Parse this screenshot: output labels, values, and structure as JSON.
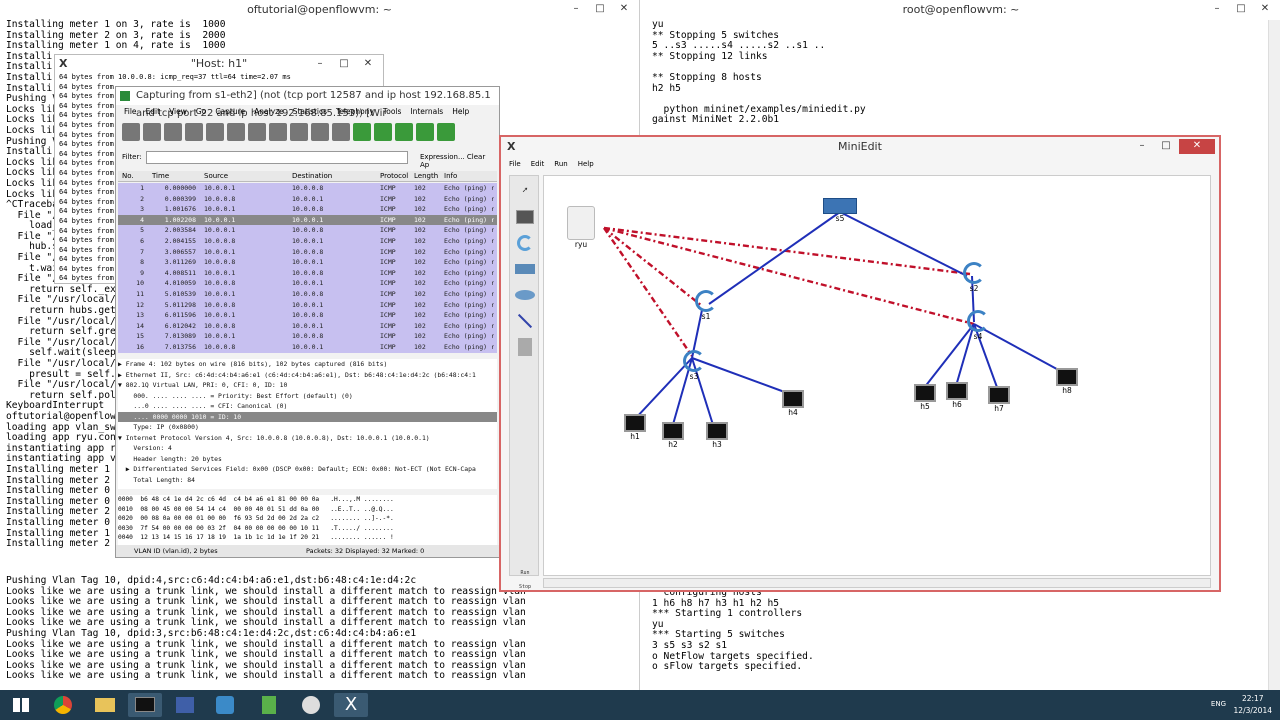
{
  "left_terminal": {
    "title": "oftutorial@openflowvm: ~",
    "lines_top": [
      "Installing meter 1 on 3, rate is  1000",
      "Installing meter 2 on 3, rate is  2000",
      "Installing meter 1 on 4, rate is  1000",
      "Installi",
      "Installi",
      "Installi",
      "Installi",
      "Pushing V",
      "Locks lik",
      "Locks lik",
      "Locks lik",
      "Pushing V",
      "Installi",
      "Locks lik",
      "Locks lik",
      "Locks lik",
      "Locks lik",
      "^CTraceba",
      "  File \"/",
      "    load_",
      "  File \"/",
      "    hub.s",
      "  File \"/",
      "    t.wai",
      "  File \"/usr/local/l",
      "    return self._exi",
      "  File \"/usr/local/l",
      "    return hubs.get_",
      "  File \"/usr/local/l",
      "    return self.gree",
      "  File \"/usr/local/l",
      "    self.wait(sleep_",
      "  File \"/usr/local/l",
      "    presult = self.d",
      "  File \"/usr/local/l",
      "    return self.poll",
      "KeyboardInterrupt",
      "oftutorial@openflowv",
      "loading app vlan_swi",
      "loading app ryu.cont",
      "instantiating app ry",
      "instantiating app vl",
      "Installing meter 1 o",
      "Installing meter 2 o",
      "Installing meter 0 o",
      "Installing meter 0 o",
      "Installing meter 2 o",
      "Installing meter 0 o",
      "Installing meter 1 o",
      "Installing meter 2 o"
    ],
    "lines_bottom": [
      "Pushing Vlan Tag 10, dpid:4,src:c6:4d:c4:b4:a6:e1,dst:b6:48:c4:1e:d4:2c",
      "Looks like we are using a trunk link, we should install a different match to reassign vlan",
      "Looks like we are using a trunk link, we should install a different match to reassign vlan",
      "Looks like we are using a trunk link, we should install a different match to reassign vlan",
      "Looks like we are using a trunk link, we should install a different match to reassign vlan",
      "Pushing Vlan Tag 10, dpid:3,src:b6:48:c4:1e:d4:2c,dst:c6:4d:c4:b4:a6:e1",
      "Looks like we are using a trunk link, we should install a different match to reassign vlan",
      "Looks like we are using a trunk link, we should install a different match to reassign vlan",
      "Looks like we are using a trunk link, we should install a different match to reassign vlan",
      "Looks like we are using a trunk link, we should install a different match to reassign vlan"
    ]
  },
  "right_terminal": {
    "title": "root@openflowvm: ~",
    "lines_top": [
      "yu",
      "** Stopping 5 switches",
      "5 ..s3 .....s4 .....s2 ..s1 ..",
      "** Stopping 12 links",
      "",
      "** Stopping 8 hosts",
      "h2 h5",
      "",
      "  python mininet/examples/miniedit.py",
      "gainst MiniNet 2.2.0b1"
    ],
    "lines_bottom": [
      "  configuring hosts",
      "1 h6 h8 h7 h3 h1 h2 h5",
      "*** Starting 1 controllers",
      "yu",
      "*** Starting 5 switches",
      "3 s5 s3 s2 s1",
      "o NetFlow targets specified.",
      "o sFlow targets specified."
    ]
  },
  "host_h1": {
    "title": "\"Host: h1\"",
    "ping_first": "64 bytes from 10.0.0.8: icmp_req=37 ttl=64 time=2.07 ms",
    "ping_repeat": "64 bytes from",
    "ping_count": 21
  },
  "wireshark": {
    "title": "Capturing from s1-eth2] (not (tcp port 12587 and ip host 192.168.85.1 and tcp port 22 and ip host 192.168.85.153)) [Wir",
    "menu": [
      "File",
      "Edit",
      "View",
      "Go",
      "Capture",
      "Analyze",
      "Statistics",
      "Telephony",
      "Tools",
      "Internals",
      "Help"
    ],
    "filter_label": "Filter:",
    "filter_value": "",
    "filter_expression": "Expression...  Clear  Ap",
    "columns": [
      "No.",
      "Time",
      "Source",
      "Destination",
      "Protocol",
      "Length",
      "Info"
    ],
    "packets": [
      {
        "no": "1",
        "time": "0.000000",
        "src": "10.0.0.1",
        "dst": "10.0.0.8",
        "proto": "ICMP",
        "len": "102",
        "info": "Echo (ping) r"
      },
      {
        "no": "2",
        "time": "0.000399",
        "src": "10.0.0.8",
        "dst": "10.0.0.1",
        "proto": "ICMP",
        "len": "102",
        "info": "Echo (ping) r"
      },
      {
        "no": "3",
        "time": "1.001676",
        "src": "10.0.0.1",
        "dst": "10.0.0.8",
        "proto": "ICMP",
        "len": "102",
        "info": "Echo (ping) r"
      },
      {
        "no": "4",
        "time": "1.002208",
        "src": "10.0.0.1",
        "dst": "10.0.0.1",
        "proto": "ICMP",
        "len": "102",
        "info": "Echo (ping) r"
      },
      {
        "no": "5",
        "time": "2.003584",
        "src": "10.0.0.1",
        "dst": "10.0.0.8",
        "proto": "ICMP",
        "len": "102",
        "info": "Echo (ping) r"
      },
      {
        "no": "6",
        "time": "2.004155",
        "src": "10.0.0.8",
        "dst": "10.0.0.1",
        "proto": "ICMP",
        "len": "102",
        "info": "Echo (ping) r"
      },
      {
        "no": "7",
        "time": "3.006557",
        "src": "10.0.0.1",
        "dst": "10.0.0.8",
        "proto": "ICMP",
        "len": "102",
        "info": "Echo (ping) r"
      },
      {
        "no": "8",
        "time": "3.011269",
        "src": "10.0.0.8",
        "dst": "10.0.0.1",
        "proto": "ICMP",
        "len": "102",
        "info": "Echo (ping) r"
      },
      {
        "no": "9",
        "time": "4.008511",
        "src": "10.0.0.1",
        "dst": "10.0.0.8",
        "proto": "ICMP",
        "len": "102",
        "info": "Echo (ping) r"
      },
      {
        "no": "10",
        "time": "4.010059",
        "src": "10.0.0.8",
        "dst": "10.0.0.1",
        "proto": "ICMP",
        "len": "102",
        "info": "Echo (ping) r"
      },
      {
        "no": "11",
        "time": "5.010539",
        "src": "10.0.0.1",
        "dst": "10.0.0.8",
        "proto": "ICMP",
        "len": "102",
        "info": "Echo (ping) r"
      },
      {
        "no": "12",
        "time": "5.011298",
        "src": "10.0.0.8",
        "dst": "10.0.0.1",
        "proto": "ICMP",
        "len": "102",
        "info": "Echo (ping) r"
      },
      {
        "no": "13",
        "time": "6.011596",
        "src": "10.0.0.1",
        "dst": "10.0.0.8",
        "proto": "ICMP",
        "len": "102",
        "info": "Echo (ping) r"
      },
      {
        "no": "14",
        "time": "6.012042",
        "src": "10.0.0.8",
        "dst": "10.0.0.1",
        "proto": "ICMP",
        "len": "102",
        "info": "Echo (ping) r"
      },
      {
        "no": "15",
        "time": "7.013089",
        "src": "10.0.0.1",
        "dst": "10.0.0.8",
        "proto": "ICMP",
        "len": "102",
        "info": "Echo (ping) r"
      },
      {
        "no": "16",
        "time": "7.013756",
        "src": "10.0.0.8",
        "dst": "10.0.0.1",
        "proto": "ICMP",
        "len": "102",
        "info": "Echo (ping) r"
      }
    ],
    "selected_packet": 3,
    "detail": [
      "▶ Frame 4: 102 bytes on wire (816 bits), 102 bytes captured (816 bits)",
      "▶ Ethernet II, Src: c6:4d:c4:b4:a6:e1 (c6:4d:c4:b4:a6:e1), Dst: b6:48:c4:1e:d4:2c (b6:48:c4:1",
      "▼ 802.1Q Virtual LAN, PRI: 0, CFI: 0, ID: 10",
      "    000. .... .... .... = Priority: Best Effort (default) (0)",
      "    ...0 .... .... .... = CFI: Canonical (0)",
      "    .... 0000 0000 1010 = ID: 10",
      "    Type: IP (0x0800)",
      "▼ Internet Protocol Version 4, Src: 10.0.0.8 (10.0.0.8), Dst: 10.0.0.1 (10.0.0.1)",
      "    Version: 4",
      "    Header length: 20 bytes",
      "  ▶ Differentiated Services Field: 0x00 (DSCP 0x00: Default; ECN: 0x00: Not-ECT (Not ECN-Capa",
      "    Total Length: 84"
    ],
    "detail_highlight": 5,
    "hex": [
      "0000  b6 48 c4 1e d4 2c c6 4d  c4 b4 a6 e1 81 00 00 0a   .H...,.M ........",
      "0010  08 00 45 00 00 54 14 c4  00 00 40 01 51 dd 0a 00   ..E..T.. ..@.Q...",
      "0020  00 08 0a 00 00 01 00 00  f6 93 5d 2d 00 2d 2a c2   ........ ..]-.-*.",
      "0030  7f 54 00 00 00 00 03 2f  04 00 00 00 00 00 10 11   .T...../ ........",
      "0040  12 13 14 15 16 17 18 19  1a 1b 1c 1d 1e 1f 20 21   ........ ...... !"
    ],
    "status_left": "VLAN ID (vlan.id), 2 bytes",
    "status_right": "Packets: 32 Displayed: 32 Marked: 0"
  },
  "miniedit": {
    "title": "MiniEdit",
    "menu": [
      "File",
      "Edit",
      "Run",
      "Help"
    ],
    "palette_bottom": [
      "Run",
      "Stop"
    ],
    "nodes": {
      "ryu": "ryu",
      "s5": "s5",
      "s1": "s1",
      "s2": "s2",
      "s3": "s3",
      "s4": "s4",
      "h1": "h1",
      "h2": "h2",
      "h3": "h3",
      "h4": "h4",
      "h5": "h5",
      "h6": "h6",
      "h7": "h7",
      "h8": "h8"
    }
  },
  "taskbar": {
    "lang": "ENG",
    "time": "22:17",
    "date": "12/3/2014"
  },
  "colors": {
    "link": "#1f2fb8",
    "controller_link": "#c0102a",
    "packet_row": "#c7c0f0",
    "taskbar": "#1f3a4d"
  }
}
